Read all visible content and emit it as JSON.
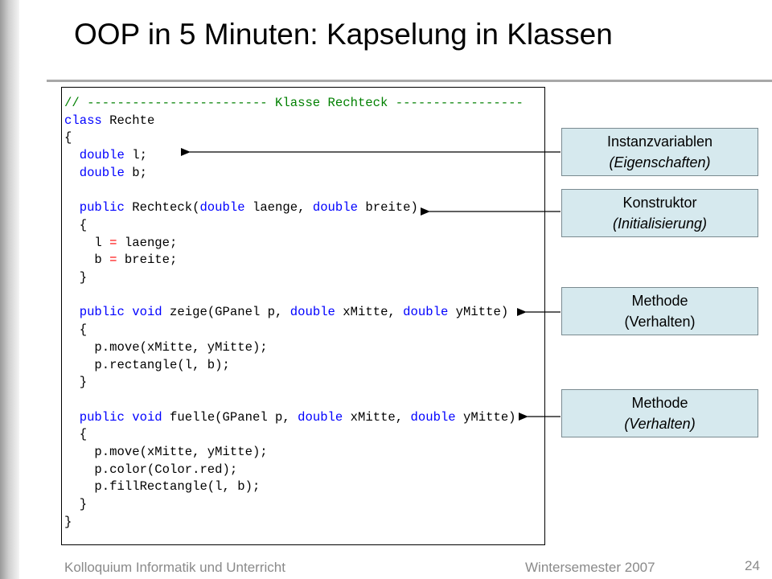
{
  "slide": {
    "title": "OOP in 5 Minuten: Kapselung in Klassen"
  },
  "code": {
    "lines": [
      "// ------------------------ Klasse Rechteck -----------------",
      "class Rechte",
      "{",
      "  double l;",
      "  double b;",
      "",
      "  public Rechteck(double laenge, double breite)",
      "  {",
      "    l = laenge;",
      "    b = breite;",
      "  }",
      "",
      "  public void zeige(GPanel p, double xMitte, double yMitte)",
      "  {",
      "    p.move(xMitte, yMitte);",
      "    p.rectangle(l, b);",
      "  }",
      "",
      "  public void fuelle(GPanel p, double xMitte, double yMitte)",
      "  {",
      "    p.move(xMitte, yMitte);",
      "    p.color(Color.red);",
      "    p.fillRectangle(l, b);",
      "  }",
      "}"
    ]
  },
  "callouts": [
    {
      "line1": "Instanzvariablen",
      "line2": "(Eigenschaften)",
      "line2_italic": true
    },
    {
      "line1": "Konstruktor",
      "line2": "(Initialisierung)",
      "line2_italic": true
    },
    {
      "line1": "Methode",
      "line2": "(Verhalten)",
      "line2_italic": false
    },
    {
      "line1": "Methode",
      "line2": "(Verhalten)",
      "line2_italic": true
    }
  ],
  "footer": {
    "left": "Kolloquium Informatik und Unterricht",
    "middle": "Wintersemester 2007",
    "page_number": "24"
  },
  "colors": {
    "comment": "#008000",
    "keyword": "#0000ff",
    "operator": "#ff0000",
    "callout_fill": "#d6e9ee",
    "footer_text": "#8a8a8a"
  }
}
